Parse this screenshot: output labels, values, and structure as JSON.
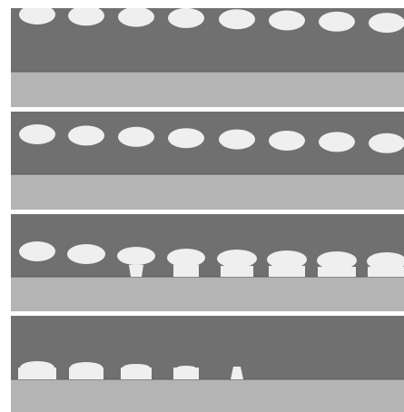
{
  "colors": {
    "background": "#ffffff",
    "upper_region": "#707070",
    "lower_region": "#b4b4b4",
    "blob": "#efefef",
    "boundary": "#5a5a5a"
  },
  "panels": [
    {
      "id": "panel-1",
      "blobs": [
        {
          "shape": "ellipse"
        },
        {
          "shape": "ellipse"
        },
        {
          "shape": "ellipse"
        },
        {
          "shape": "ellipse"
        },
        {
          "shape": "ellipse"
        },
        {
          "shape": "ellipse"
        },
        {
          "shape": "ellipse"
        },
        {
          "shape": "ellipse"
        }
      ]
    },
    {
      "id": "panel-2",
      "blobs": [
        {
          "shape": "ellipse"
        },
        {
          "shape": "ellipse"
        },
        {
          "shape": "ellipse"
        },
        {
          "shape": "ellipse"
        },
        {
          "shape": "ellipse"
        },
        {
          "shape": "ellipse"
        },
        {
          "shape": "ellipse"
        },
        {
          "shape": "ellipse"
        }
      ]
    },
    {
      "id": "panel-3",
      "blobs": [
        {
          "shape": "ellipse"
        },
        {
          "shape": "ellipse"
        },
        {
          "shape": "mushroom-neck"
        },
        {
          "shape": "mushroom-stem"
        },
        {
          "shape": "mushroom-stem"
        },
        {
          "shape": "mushroom-stem"
        },
        {
          "shape": "mushroom-stem"
        },
        {
          "shape": "mushroom-stem"
        }
      ]
    },
    {
      "id": "panel-4",
      "blobs": [
        {
          "shape": "cap-on-base"
        },
        {
          "shape": "cap-on-base"
        },
        {
          "shape": "cap-on-base"
        },
        {
          "shape": "cap-on-base"
        },
        {
          "shape": "neck-only"
        }
      ]
    }
  ]
}
